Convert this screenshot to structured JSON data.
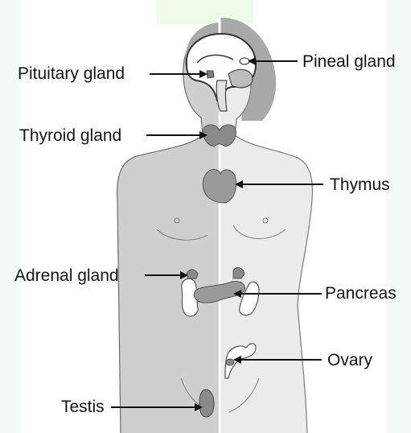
{
  "labels": {
    "pituitary": "Pituitary gland",
    "pineal": "Pineal gland",
    "thyroid": "Thyroid gland",
    "thymus": "Thymus",
    "adrenal": "Adrenal gland",
    "pancreas": "Pancreas",
    "ovary": "Ovary",
    "testis": "Testis"
  },
  "colors": {
    "male_side": "#cfcfcf",
    "female_side": "#ebebeb",
    "hair": "#a9a9a9",
    "gland": "#8a8a8a",
    "outline": "#5a5a5a",
    "leader_line": "#111111",
    "background_tint": "#eefbe9"
  }
}
